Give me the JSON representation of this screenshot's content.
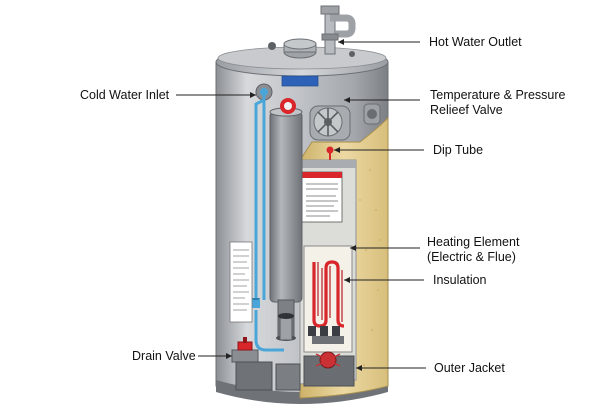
{
  "labels": {
    "hot_water_outlet": "Hot Water Outlet",
    "cold_water_inlet": "Cold Water Inlet",
    "tp_valve_line1": "Temperature & Pressure",
    "tp_valve_line2": "Relieef Valve",
    "dip_tube": "Dip Tube",
    "heating_element_line1": "Heating Element",
    "heating_element_line2": "(Electric & Flue)",
    "insulation": "Insulation",
    "drain_valve": "Drain Valve",
    "outer_jacket": "Outer Jacket"
  },
  "colors": {
    "tank_shell": "#b9bcc0",
    "insulation": "#e8d59c",
    "cold_pipe": "#4aa6d8",
    "element": "#d8262b",
    "inner_tank": "#8e9297",
    "label_plate": "#2d62b8"
  }
}
